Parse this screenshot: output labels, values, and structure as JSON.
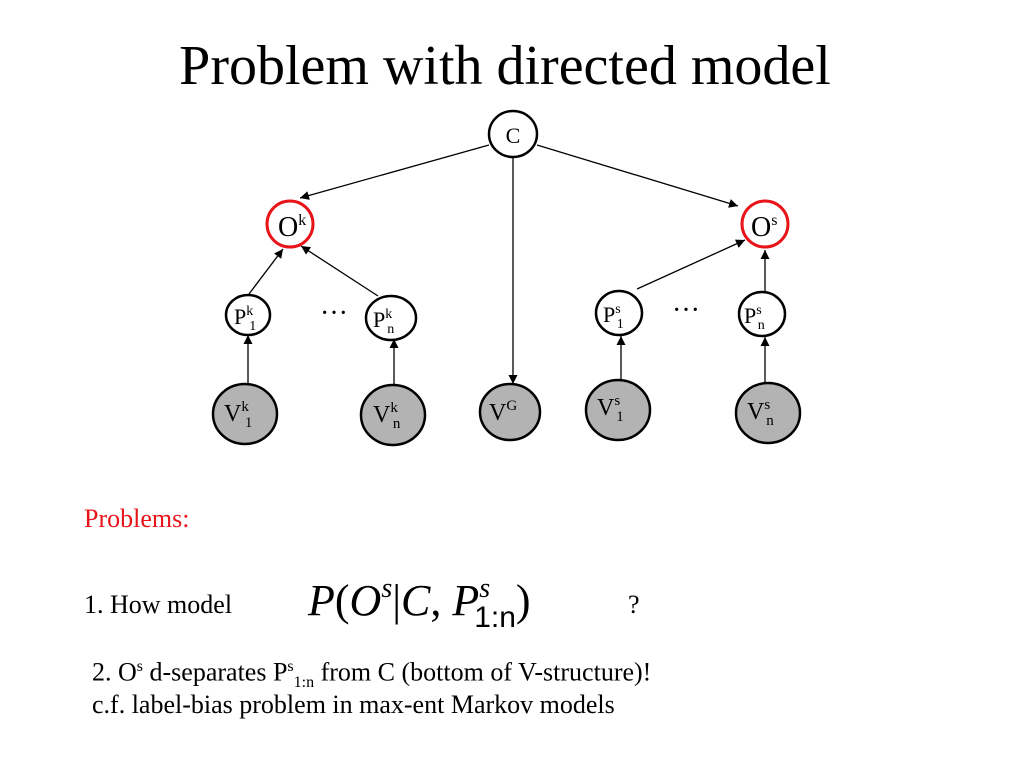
{
  "title": "Problem with directed model",
  "graph": {
    "nodes": {
      "C": "C",
      "Ok": {
        "base": "O",
        "sup": "k"
      },
      "Os": {
        "base": "O",
        "sup": "s"
      },
      "Pk1": {
        "base": "P",
        "sup": "k",
        "sub": "1"
      },
      "Pkn": {
        "base": "P",
        "sup": "k",
        "sub": "n"
      },
      "Ps1": {
        "base": "P",
        "sup": "s",
        "sub": "1"
      },
      "Psn": {
        "base": "P",
        "sup": "s",
        "sub": "n"
      },
      "Vk1": {
        "base": "V",
        "sup": "k",
        "sub": "1"
      },
      "Vkn": {
        "base": "V",
        "sup": "k",
        "sub": "n"
      },
      "VG": {
        "base": "V",
        "sup": "G"
      },
      "Vs1": {
        "base": "V",
        "sup": "s",
        "sub": "1"
      },
      "Vsn": {
        "base": "V",
        "sup": "s",
        "sub": "n"
      }
    },
    "ellipsis": "···",
    "colors": {
      "observed_fill": "#b3b3b3",
      "highlight_stroke": "#e8141a"
    }
  },
  "problems": {
    "heading": "Problems:",
    "item1": {
      "prefix": "1. How model",
      "question_mark": "?",
      "formula": {
        "P": "P",
        "O": "O",
        "O_sup": "s",
        "C": "C",
        "P2": "P",
        "P2_sup": "s",
        "P2_sub": "1:n"
      }
    },
    "item2": {
      "part1": "2. O",
      "sup1": "s",
      "part2": " d-separates P",
      "sup2": "s",
      "sub2": "1:n",
      "part3": " from C (bottom of V-structure)!"
    },
    "item3": "c.f. label-bias problem in max-ent Markov models"
  }
}
